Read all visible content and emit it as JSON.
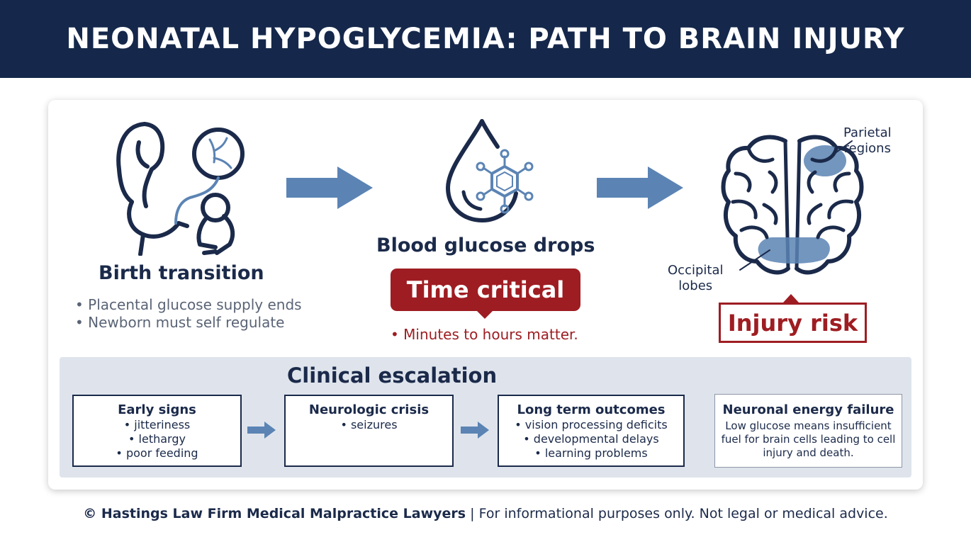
{
  "header": {
    "title": "NEONATAL HYPOGLYCEMIA: PATH TO BRAIN INJURY"
  },
  "stages": {
    "birth": {
      "title": "Birth transition",
      "bullets": [
        "Placental glucose supply ends",
        "Newborn must self regulate"
      ]
    },
    "glucose": {
      "title": "Blood glucose drops",
      "badge": "Time critical",
      "note": "Minutes to hours matter."
    },
    "brain": {
      "parietal_label": "Parietal\nregions",
      "occipital_label": "Occipital\nlobes",
      "badge": "Injury risk"
    }
  },
  "escalation": {
    "title": "Clinical escalation",
    "steps": [
      {
        "title": "Early signs",
        "items": [
          "jitteriness",
          "lethargy",
          "poor feeding"
        ]
      },
      {
        "title": "Neurologic crisis",
        "items": [
          "seizures"
        ]
      },
      {
        "title": "Long term outcomes",
        "items": [
          "vision processing deficits",
          "developmental delays",
          "learning problems"
        ]
      }
    ],
    "note": {
      "title": "Neuronal energy failure",
      "text": "Low glucose means insufficient fuel for brain cells leading to cell injury and death."
    }
  },
  "footer": {
    "owner": "© Hastings Law Firm Medical Malpractice Lawyers",
    "disclaimer": " | For informational purposes only. Not legal or medical advice."
  },
  "colors": {
    "navy": "#15284b",
    "text_navy": "#1b2a4a",
    "crimson": "#9e1d22",
    "steel_blue": "#5b84b4",
    "panel_gray": "#dfe4ec"
  }
}
